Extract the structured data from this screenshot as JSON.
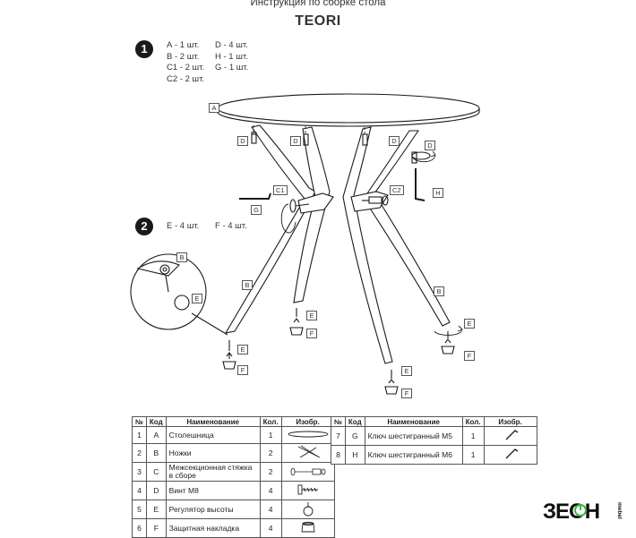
{
  "header": {
    "subtitle": "Инструкция по сборке стола",
    "title": "TEORI"
  },
  "steps": [
    {
      "number": "1",
      "quantities_col1": [
        "А - 1 шт.",
        "В - 2 шт.",
        "С1 - 2 шт.",
        "С2 - 2 шт."
      ],
      "quantities_col2": [
        "D - 4 шт.",
        "Н - 1 шт.",
        "G - 1 шт."
      ]
    },
    {
      "number": "2",
      "quantities_col1": [
        "Е - 4 шт."
      ],
      "quantities_col2": [
        "F - 4 шт."
      ]
    }
  ],
  "labels": {
    "a": "A",
    "d": "D",
    "c1": "C1",
    "c2": "C2",
    "g": "G",
    "h": "H",
    "b": "B",
    "e": "E",
    "f": "F"
  },
  "table": {
    "headers": {
      "num": "№",
      "code": "Код",
      "name": "Наименование",
      "qty": "Кол.",
      "img": "Изобр."
    },
    "rows_left": [
      {
        "num": "1",
        "code": "A",
        "name": "Столешница",
        "qty": "1",
        "icon": "tabletop-icon"
      },
      {
        "num": "2",
        "code": "B",
        "name": "Ножки",
        "qty": "2",
        "icon": "legs-icon"
      },
      {
        "num": "3",
        "code": "C",
        "name": "Межсекционная стяжка в сборе",
        "qty": "2",
        "icon": "connector-icon"
      },
      {
        "num": "4",
        "code": "D",
        "name": "Винт М8",
        "qty": "4",
        "icon": "bolt-icon"
      },
      {
        "num": "5",
        "code": "E",
        "name": "Регулятор высоты",
        "qty": "4",
        "icon": "leveler-icon"
      },
      {
        "num": "6",
        "code": "F",
        "name": "Защитная накладка",
        "qty": "4",
        "icon": "foot-cap-icon"
      }
    ],
    "rows_right": [
      {
        "num": "7",
        "code": "G",
        "name": "Ключ шестигранный М5",
        "qty": "1",
        "icon": "hex-key-icon"
      },
      {
        "num": "8",
        "code": "H",
        "name": "Ключ шестигранный М6",
        "qty": "1",
        "icon": "hex-key-icon"
      }
    ]
  },
  "brand": {
    "name": "ЗЕОН",
    "side": "mebel"
  },
  "colors": {
    "ink": "#1a1a1a",
    "leg_fill": "#ffffff"
  }
}
